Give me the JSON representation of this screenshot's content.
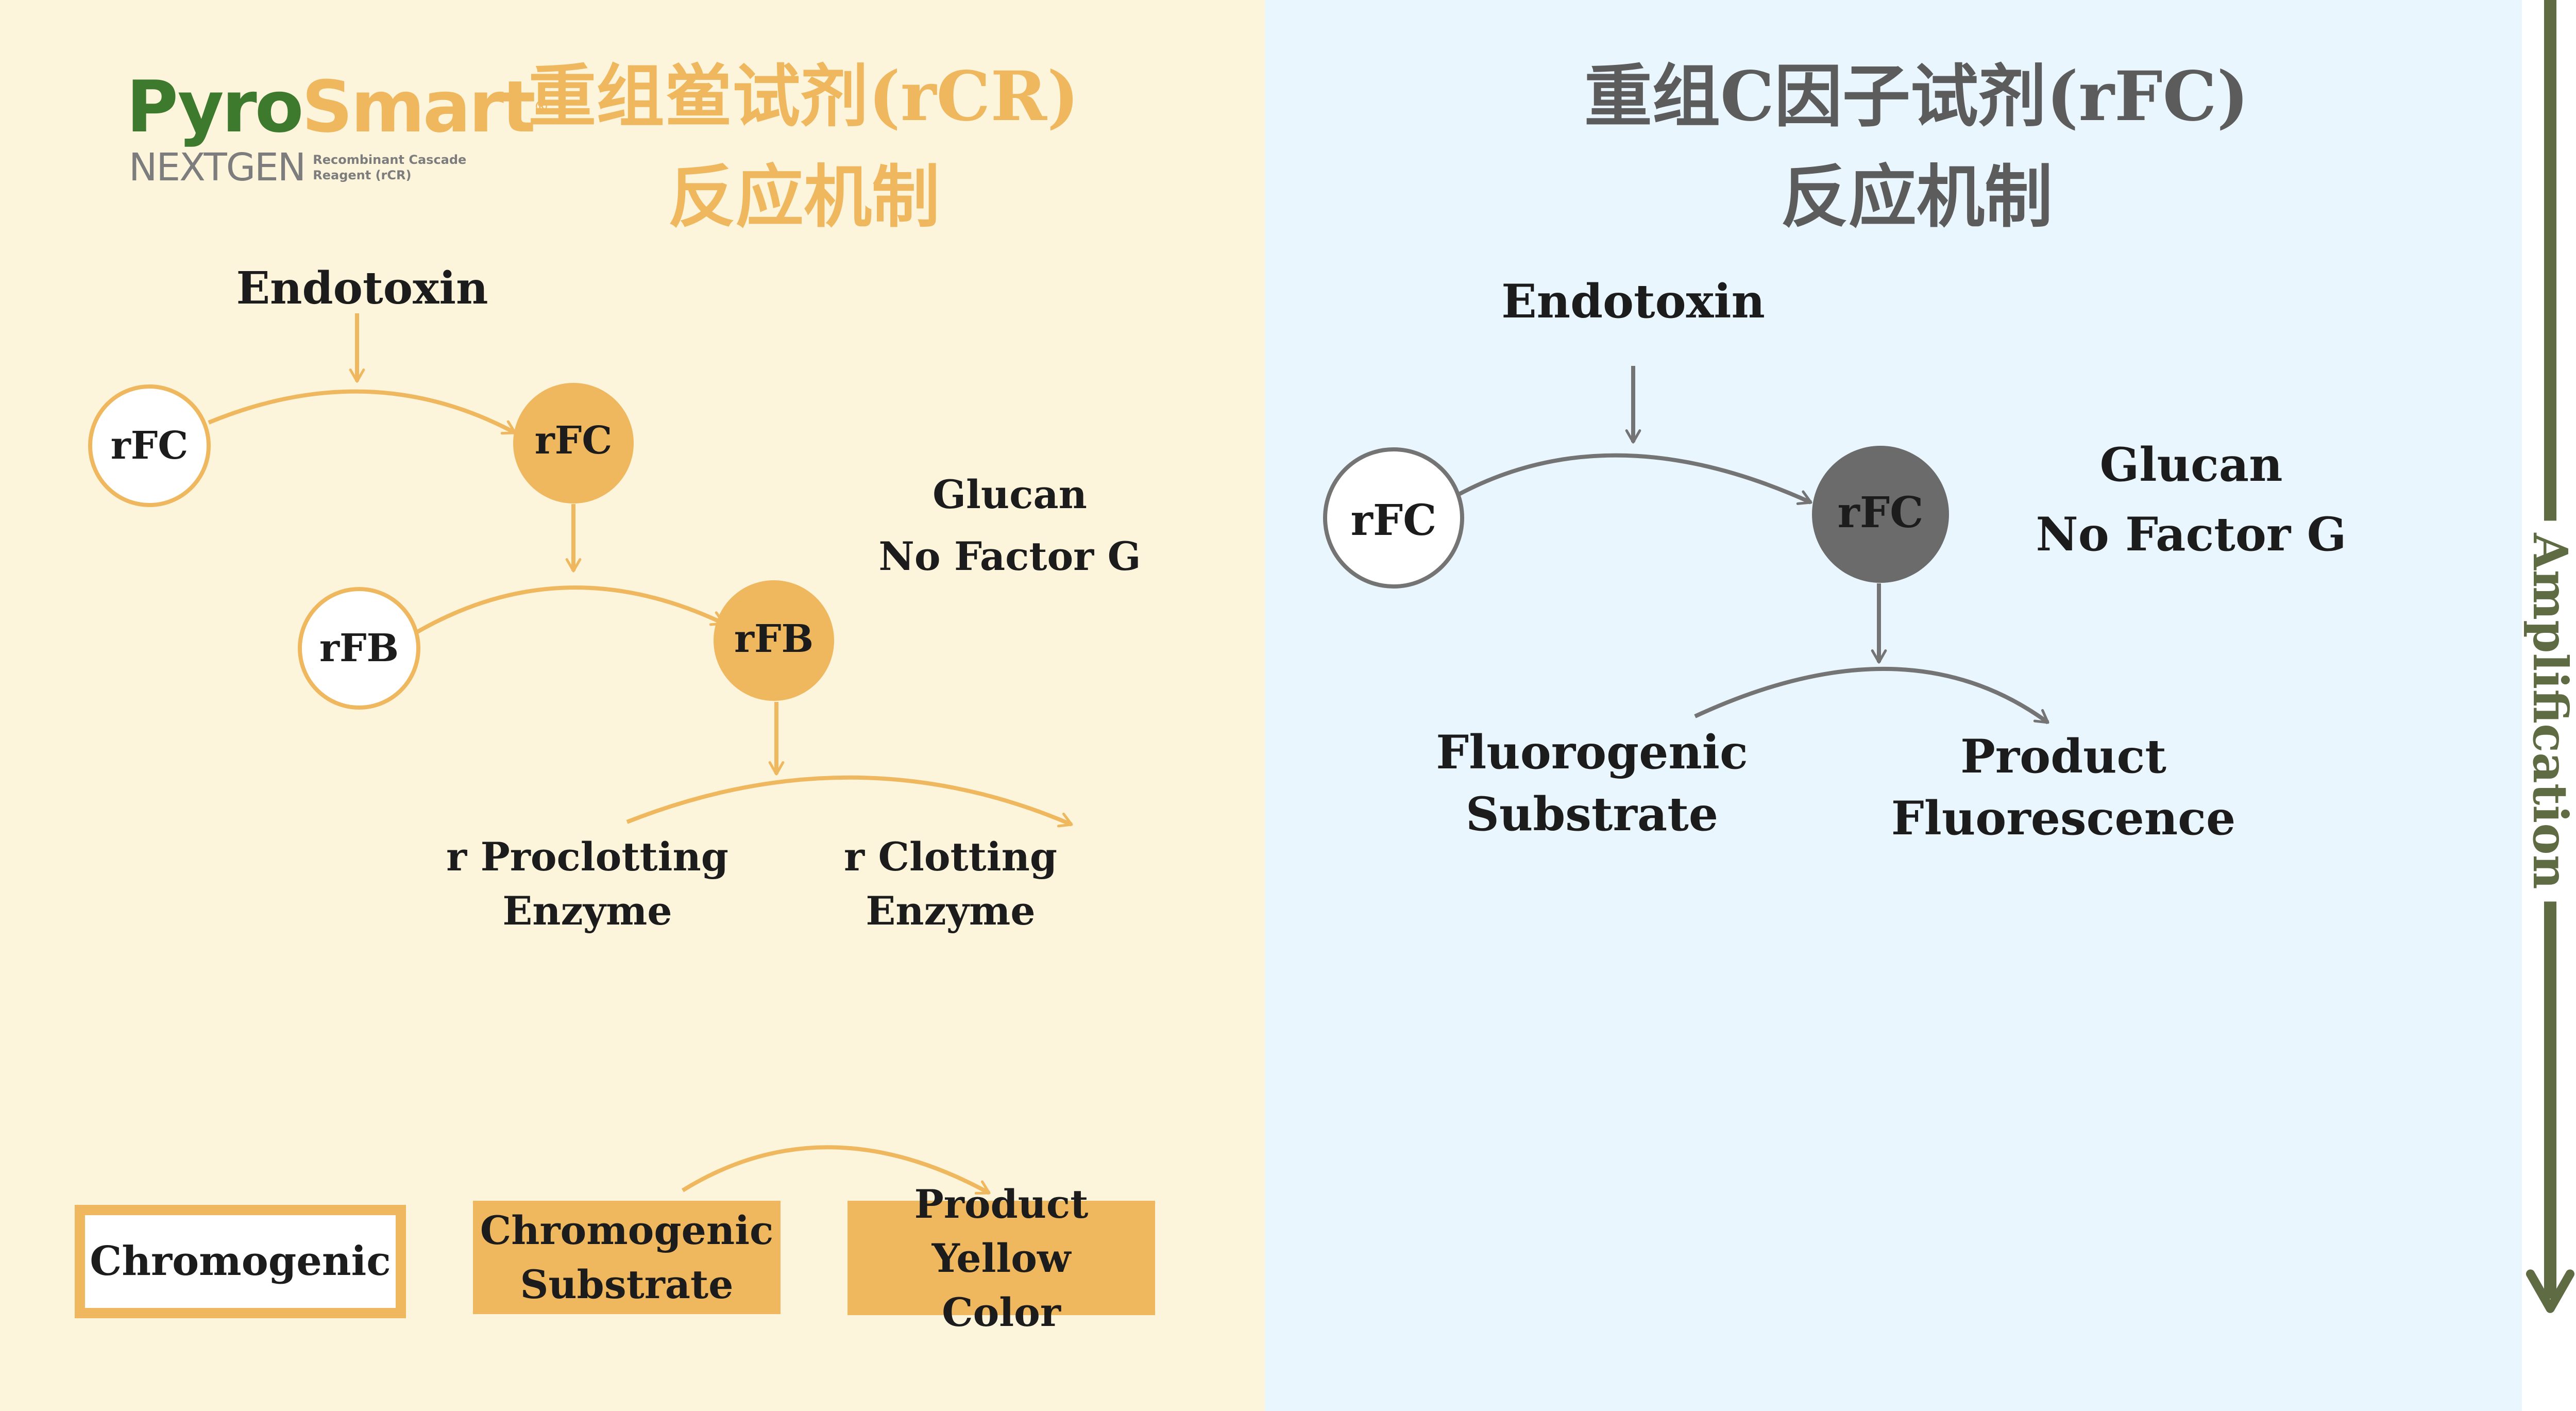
{
  "colors": {
    "left_bg": "#fdf4dc",
    "right_bg": "#e9f6fe",
    "orange": "#efb85e",
    "gray_dark": "#6b6b6b",
    "gray_arrow": "#747474",
    "green": "#5f6b43",
    "logo_green": "#3e7a2e"
  },
  "logo": {
    "brand_green": "Pyro",
    "brand_orange": "Smart",
    "registered": "®",
    "next_gen": "NEXTGEN",
    "desc_line1": "Recombinant Cascade",
    "desc_line2": "Reagent (rCR)"
  },
  "left": {
    "title_line1": "重组鲎试剂(rCR)",
    "title_line2": "反应机制",
    "endotoxin": "Endotoxin",
    "rfc_inactive": "rFC",
    "rfc_active": "rFC",
    "rfb_inactive": "rFB",
    "rfb_active": "rFB",
    "glucan": "Glucan",
    "no_factor_g": "No Factor G",
    "proclotting_line1": "r Proclotting",
    "proclotting_line2": "Enzyme",
    "clotting_line1": "r Clotting",
    "clotting_line2": "Enzyme",
    "chromogenic": "Chromogenic",
    "substrate_line1": "Chromogenic",
    "substrate_line2": "Substrate",
    "product_line1": "Product Yellow",
    "product_line2": "Color"
  },
  "right": {
    "title_line1": "重组C因子试剂(rFC)",
    "title_line2": "反应机制",
    "endotoxin": "Endotoxin",
    "rfc_inactive": "rFC",
    "rfc_active": "rFC",
    "glucan": "Glucan",
    "no_factor_g": "No Factor G",
    "substrate_line1": "Fluorogenic",
    "substrate_line2": "Substrate",
    "product_line1": "Product",
    "product_line2": "Fluorescence"
  },
  "amplification": "Amplification"
}
